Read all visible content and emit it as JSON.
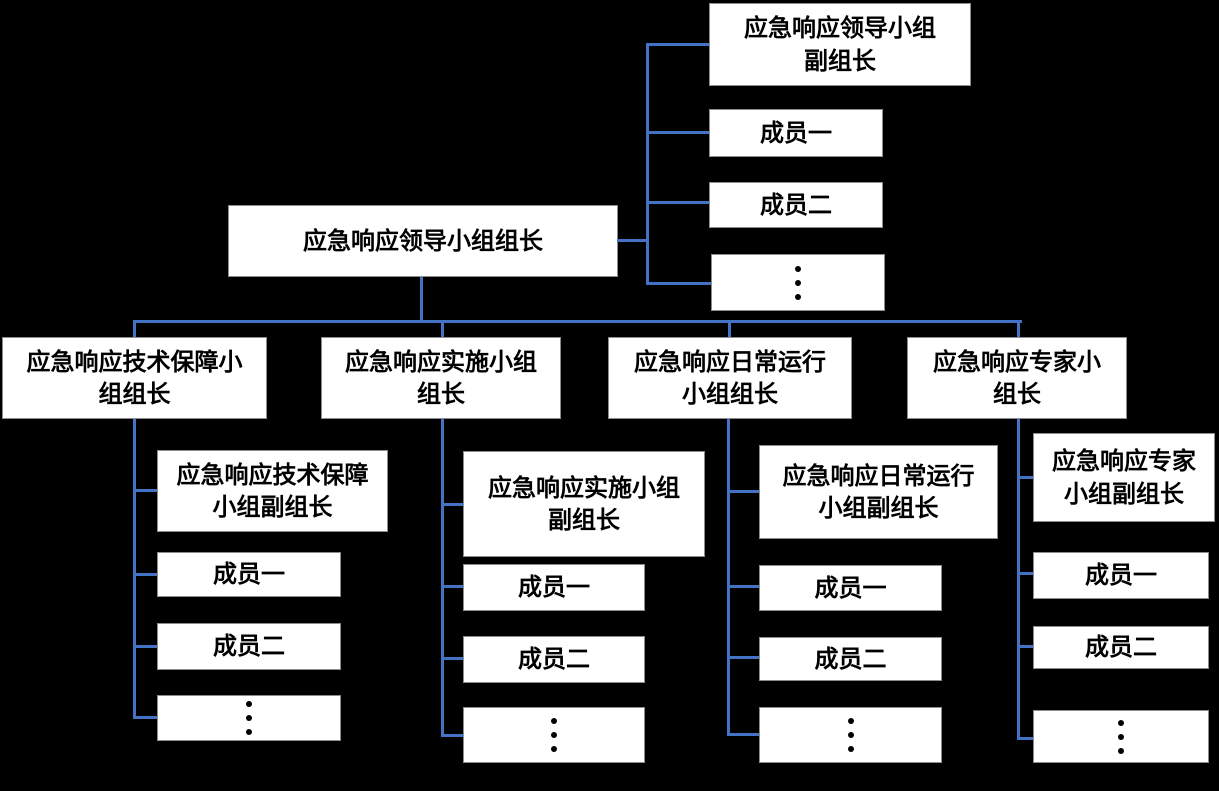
{
  "colors": {
    "background": "#000000",
    "line": "#4472C4",
    "box_background": "#ffffff",
    "box_border": "#8c8c8c",
    "text": "#000000"
  },
  "org_chart": {
    "root": {
      "label": "应急响应领导小组组长"
    },
    "root_team": {
      "deputy": "应急响应领导小组\n副组长",
      "member1": "成员一",
      "member2": "成员二",
      "more": "⋮"
    },
    "groups": [
      {
        "leader": "应急响应技术保障小\n组组长",
        "deputy": "应急响应技术保障\n小组副组长",
        "member1": "成员一",
        "member2": "成员二",
        "more": "⋮"
      },
      {
        "leader": "应急响应实施小组\n组长",
        "deputy": "应急响应实施小组\n副组长",
        "member1": "成员一",
        "member2": "成员二",
        "more": "⋮"
      },
      {
        "leader": "应急响应日常运行\n小组组长",
        "deputy": "应急响应日常运行\n小组副组长",
        "member1": "成员一",
        "member2": "成员二",
        "more": "⋮"
      },
      {
        "leader": "应急响应专家小\n组长",
        "deputy": "应急响应专家\n小组副组长",
        "member1": "成员一",
        "member2": "成员二",
        "more": "⋮"
      }
    ]
  }
}
